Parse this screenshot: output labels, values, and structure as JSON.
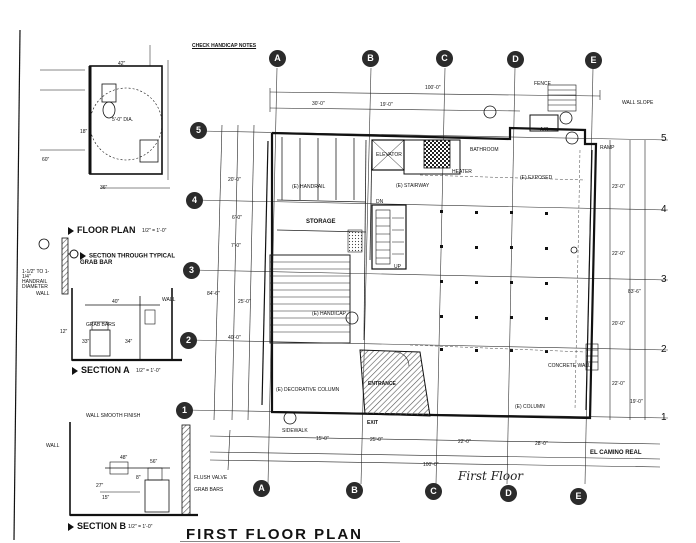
{
  "title": "FIRST FLOOR PLAN",
  "handwritten_note": "First Floor",
  "top_note": "CHECK HANDICAP NOTES",
  "street": "EL CAMINO REAL",
  "grid": {
    "columns_top": [
      "A",
      "B",
      "C",
      "D",
      "E"
    ],
    "columns_bottom": [
      "A",
      "B",
      "C",
      "D",
      "E"
    ],
    "rows_left": [
      "5",
      "4",
      "3",
      "2",
      "1"
    ],
    "rows_right_marks": [
      "5",
      "4",
      "3",
      "2",
      "1"
    ]
  },
  "dimensions": {
    "top_overall": "100'-0\"",
    "top_left": "30'-0\"",
    "top_mid": "19'-0\"",
    "bottom_overall": "100'-0\"",
    "bottom_segments": [
      "15'-0\"",
      "25'-0\"",
      "22'-0\"",
      "28'-0\""
    ],
    "left_overall": "84'-6\"",
    "left_segments": [
      "20'-0\"",
      "6'-0\"",
      "7'-0\"",
      "25'-0\""
    ],
    "left_bottom": "40'-0\"",
    "right_overall": "83'-6\"",
    "right_segments": [
      "23'-0\"",
      "22'-0\"",
      "20'-0\"",
      "22'-0\""
    ],
    "right_bottom": "19'-0\""
  },
  "rooms": {
    "storage": "STORAGE",
    "elevator": "ELEVATOR",
    "bathroom": "BATHROOM",
    "entrance": "ENTRANCE",
    "up": "UP",
    "dn": "DN",
    "ac": "A/C"
  },
  "notes": {
    "fence": "FENCE",
    "wall_slope": "WALL SLOPE",
    "ramp": "RAMP",
    "exposed": "(E) EXPOSED",
    "handrail": "(E) HANDRAIL",
    "handicap": "(E) HANDICAP",
    "stairway": "(E) STAIRWAY",
    "concrete_wall": "CONCRETE WALL",
    "column": "(E) COLUMN",
    "decorative_column": "(E) DECORATIVE COLUMN",
    "sidewalk": "SIDEWALK",
    "exit": "EXIT",
    "grab_bars": "GRAB BARS",
    "wall": "WALL",
    "flush_valve": "FLUSH VALVE",
    "heater": "HEATER"
  },
  "details": {
    "floor_plan": "FLOOR PLAN",
    "floor_plan_scale": "1/2\" = 1'-0\"",
    "section_grab_bar": "SECTION THROUGH TYPICAL GRAB BAR",
    "section_a": "SECTION  A",
    "section_a_scale": "1/2\" = 1'-0\"",
    "section_b": "SECTION  B",
    "section_b_scale": "1/2\" = 1'-0\"",
    "dia": "5'-0\" DIA.",
    "dims": [
      "36\"",
      "42\"",
      "18\"",
      "33\"",
      "34\"",
      "40\"",
      "48\"",
      "12\"",
      "8\"",
      "15\"",
      "27\"",
      "56\"",
      "60\""
    ],
    "handrail_spec": "1-1/2\" TO 1-1/4\" HANDRAIL DIAMETER",
    "wall_finish": "WALL SMOOTH FINISH"
  },
  "colors": {
    "ink": "#111111",
    "bubble": "#2b2b2b",
    "hatch": "#555555",
    "paper": "#ffffff"
  }
}
